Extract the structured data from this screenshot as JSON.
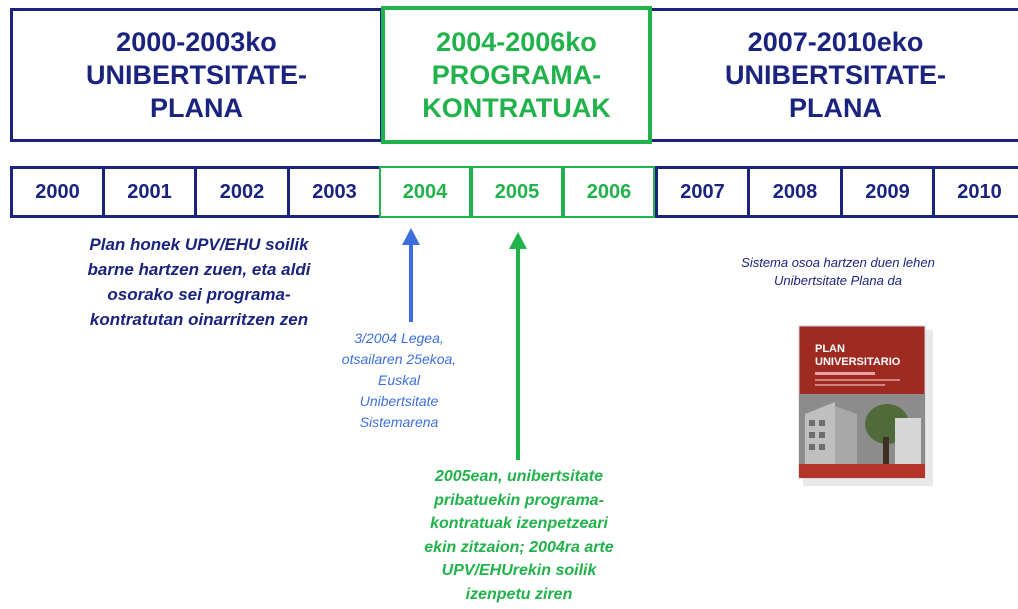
{
  "plans": [
    {
      "lines": [
        "2000-2003ko",
        "UNIBERTSITATE-",
        "PLANA"
      ],
      "color": "#1a237e"
    },
    {
      "lines": [
        "2004-2006ko",
        "PROGRAMA-",
        "KONTRATUAK"
      ],
      "color": "#21b24b"
    },
    {
      "lines": [
        "2007-2010eko",
        "UNIBERTSITATE-",
        "PLANA"
      ],
      "color": "#1a237e"
    }
  ],
  "years": [
    {
      "label": "2000",
      "color": "#1a237e"
    },
    {
      "label": "2001",
      "color": "#1a237e"
    },
    {
      "label": "2002",
      "color": "#1a237e"
    },
    {
      "label": "2003",
      "color": "#1a237e"
    },
    {
      "label": "2004",
      "color": "#21b24b"
    },
    {
      "label": "2005",
      "color": "#21b24b"
    },
    {
      "label": "2006",
      "color": "#21b24b"
    },
    {
      "label": "2007",
      "color": "#1a237e"
    },
    {
      "label": "2008",
      "color": "#1a237e"
    },
    {
      "label": "2009",
      "color": "#1a237e"
    },
    {
      "label": "2010",
      "color": "#1a237e"
    }
  ],
  "notes": {
    "plan1": [
      "Plan honek UPV/EHU soilik",
      "barne hartzen zuen, eta aldi",
      "osorako sei programa-",
      "kontratutan oinarritzen zen"
    ],
    "law": [
      "3/2004 Legea,",
      "otsailaren 25ekoa,",
      "Euskal",
      "Unibertsitate",
      "Sistemarena"
    ],
    "note2005": [
      "2005ean, unibertsitate",
      "pribatuekin programa-",
      "kontratuak izenpetzeari",
      "ekin zitzaion; 2004ra arte",
      "UPV/EHUrekin soilik",
      "izenpetu ziren"
    ],
    "plan3": [
      "Sistema osoa hartzen duen lehen",
      "Unibertsitate Plana da"
    ]
  },
  "book": {
    "title_lines": [
      "PLAN",
      "UNIVERSITARIO"
    ],
    "cover_color": "#b5342a"
  },
  "colors": {
    "blue": "#1a237e",
    "green": "#21b24b",
    "light_blue": "#3b6fe0"
  }
}
